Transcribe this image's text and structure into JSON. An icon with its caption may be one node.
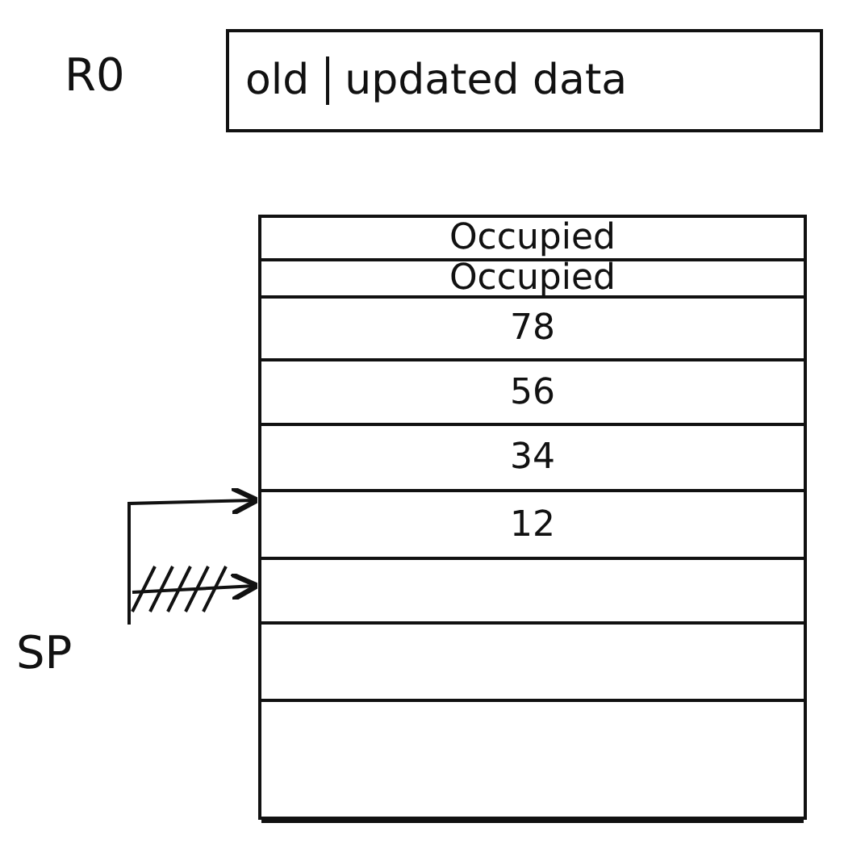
{
  "diagram": {
    "nodes": [
      {
        "text": [
          "old",
          "updated data"
        ],
        "beside": [
          "R0"
        ]
      },
      {
        "text": [],
        "shape": "box"
      },
      {
        "text": [
          "Occupied"
        ],
        "in": 1
      },
      {
        "text": [
          "Occupied"
        ],
        "in": 1
      },
      {
        "text": [
          "78"
        ],
        "in": 1
      },
      {
        "text": [
          "56"
        ],
        "in": 1
      },
      {
        "text": [
          "34"
        ],
        "in": 1
      },
      {
        "text": [
          "12"
        ],
        "in": 1
      },
      {
        "text": [],
        "shape": "box",
        "in": 1
      },
      {
        "text": [],
        "shape": "box",
        "in": 1
      },
      {
        "text": [],
        "shape": "box",
        "in": 1
      },
      {
        "text": [
          "SP"
        ]
      }
    ],
    "edges": [
      {
        "from": 11,
        "to": 7,
        "arrow": "to"
      },
      {
        "from": 11,
        "to": 8,
        "arrow": "to"
      }
    ]
  }
}
